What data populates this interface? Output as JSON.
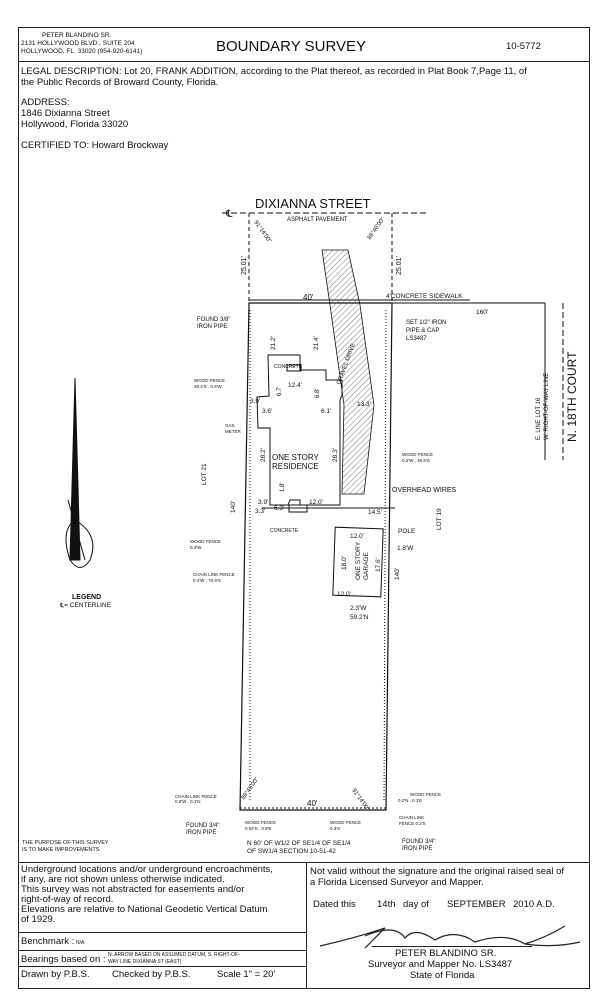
{
  "header": {
    "surveyor_name": "PETER BLANDINO SR.",
    "address_line1": "2131 HOLLYWOOD BLVD., SUITE 204",
    "address_line2": "HOLLYWOOD, FL. 33020 (954-920-6141)",
    "title": "BOUNDARY SURVEY",
    "job_number": "10-5772"
  },
  "legal": {
    "line1": "LEGAL DESCRIPTION: Lot 20, FRANK ADDITION, according to the Plat thereof, as recorded in Plat Book 7,Page 11, of",
    "line2": "the Public Records of Broward County, Florida."
  },
  "address": {
    "label": "ADDRESS:",
    "street": "1846 Dixianna Street",
    "city": "Hollywood, Florida 33020"
  },
  "certified": "CERTIFIED TO: Howard Brockway",
  "plat": {
    "street_name": "DIXIANNA STREET",
    "asphalt": "ASPHALT PAVEMENT",
    "centerline_symbol": "℄",
    "angle_top_left": "91°14'00\"",
    "angle_top_right": "88°46'00\"",
    "dim_2501_left": "25.01'",
    "dim_2501_right": "25.01'",
    "front_width": "40'",
    "sidewalk": "4'CONCRETE SIDEWALK",
    "dim_160": "160'",
    "found_pipe_top": [
      "FOUND 3/8\"",
      "IRON PIPE"
    ],
    "set_pipe": [
      "SET 1/2\" IRON",
      "PIPE & CAP",
      "LS3487"
    ],
    "east_line": [
      "E. LINE LOT 16",
      "W. RIGHT-OF-WAY LINE"
    ],
    "court_name": "N. 18TH COURT",
    "setback_212": "21.2'",
    "setback_214": "21.4'",
    "gravel_drive": "GRAVEL DRIVE",
    "concrete_top": "CONCRETE",
    "dim_124": "12.4'",
    "dim_67": "6.7'",
    "dim_68": "6.8'",
    "dim_61": "6.1'",
    "dim_133": "13.3'",
    "wood_fence_w": [
      "WOOD FENCE",
      "28.2'S , 0.3'W"
    ],
    "dim_39a": "3.9'",
    "dim_36": "3.6'",
    "gas_meter": [
      "GAS",
      "METER"
    ],
    "dim_282a": "28.2'",
    "dim_283": "28.3'",
    "residence": [
      "ONE STORY",
      "RESIDENCE"
    ],
    "wood_fence_e": [
      "WOOD FENCE",
      "0.2'W , 46.6'S"
    ],
    "lot21": "LOT 21",
    "lot19": "LOT 19",
    "dim_39b": "3.9'",
    "dim_18": "1.8'",
    "dim_120a": "12.0'",
    "dim_33": "3.3'",
    "dim_63": "6.3'",
    "dim_145": "14.5'",
    "overhead": "OVERHEAD WIRES",
    "dim_140_left": "140'",
    "concrete_bottom": "CONCRETE",
    "pole": "POLE",
    "dim_120b": "12.0'",
    "dim_18w": "1.8'W",
    "wood_fence_w2": [
      "WOOD FENCE",
      "0.3'W"
    ],
    "garage": [
      "ONE STORY",
      "GARAGE"
    ],
    "dim_180": "18.0'",
    "dim_176": "17.6'",
    "dim_140_right": "140'",
    "chain_fence_w": [
      "CHAIN LINK FENCE",
      "0.4'W , 70.9'S"
    ],
    "dim_120c": "12.0'",
    "garage_offset": [
      "2.3'W",
      "59.2'N"
    ],
    "legend_title": "LEGEND",
    "legend_item": "℄= CENTERLINE",
    "chain_fence_bl": [
      "CHAIN LINK FENCE",
      "0.8'W , 0.1'N"
    ],
    "angle_bottom_left": "88°46'00\"",
    "angle_bottom_right": "91°14'00\"",
    "wood_fence_br": [
      "WOOD FENCE",
      "0.2'N , 0.1'E"
    ],
    "rear_width": "40'",
    "wood_fence_b1": [
      "WOOD FENCE",
      "0.04'S , 0.8'E"
    ],
    "wood_fence_b2": [
      "WOOD FENCE",
      "0.3'S"
    ],
    "chain_fence_br": [
      "CHAIN LINK",
      "FENCE 0.2'S"
    ],
    "found_pipe_bl": [
      "FOUND 3/4\"",
      "IRON PIPE"
    ],
    "found_pipe_br": [
      "FOUND 3/4\"",
      "IRON PIPE"
    ],
    "purpose": [
      "THE PURPOSE OF THIS SURVEY",
      "IS TO MAKE  IMPROVEMENTS"
    ],
    "rear_line": [
      "N 60' OF W1/2 OF SE1/4 OF SE1/4",
      "OF SW1/4 SECTION 10-51-42"
    ]
  },
  "notes": {
    "underground1": "Underground locations and/or underground encroachments,",
    "underground2": "if any, are not shown unless otherwise indicated.",
    "abstract1": "This  survey  was  not  abstracted  for  easements and/or",
    "abstract2": "right-of-way of record.",
    "elev1": "Elevations are relative to National Geodetic Vertical Datum",
    "elev2": "of 1929.",
    "benchmark_label": "Benchmark :",
    "benchmark_value": "N/A",
    "bearings_label": "Bearings based on :",
    "bearings_value1": "N. ARROW BASED ON ASSUMED DATUM, S. RIGHT-OF-",
    "bearings_value2": "WAY LINE DIXIANNA ST    (EAST)",
    "drawn_by": "Drawn by   P.B.S.",
    "checked_by": "Checked by   P.B.S.",
    "scale": "Scale 1\" = 20'"
  },
  "certification": {
    "valid1": "Not valid without the signature and the original raised seal of",
    "valid2": "a Florida Licensed Surveyor and Mapper.",
    "dated_label": "Dated  this",
    "day": "14th",
    "day_of": "day  of",
    "month": "SEPTEMBER",
    "year": "2010 A.D.",
    "signer": "PETER BLANDINO SR.",
    "license": "Surveyor and Mapper No. LS3487",
    "state": "State of Florida"
  }
}
